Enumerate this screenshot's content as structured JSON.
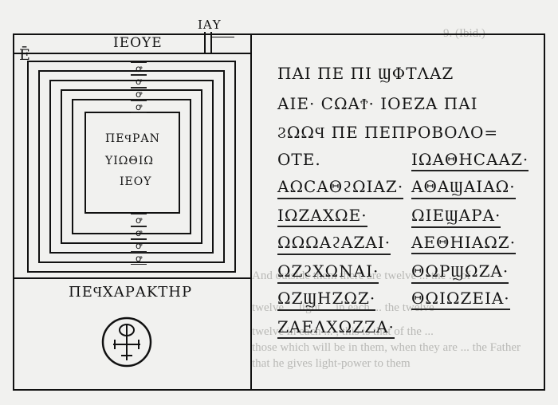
{
  "page": {
    "ghost_text": [
      "9. (Ibid.)",
      "And outside them there are twelve ... the ... of",
      "twelve ... light ... in each ... the twelve",
      "twelve in each ... , this is that of the ...",
      "those which will be in them, when they are ... the Father",
      "that he gives light-power to them"
    ]
  },
  "diagram": {
    "top_label": "ΙΑΥ",
    "left_mark": "Ē",
    "name_top": "ΙΕΟΥΕ",
    "center_lines": [
      "ΠΕϤΡΑΝ",
      "ΥΙΩΘΙΩ",
      "ΙΕΟΥ"
    ],
    "alpha_symbol": "ꝍ",
    "charakter_label": "ΠΕϤΧΑΡΑΚΤΗΡ"
  },
  "text_lines": [
    {
      "left": "ΠΑΙ ΠΕ ΠΙ ϢΦΤΛΑΖ",
      "right": ""
    },
    {
      "left": "ΑΙΕ· ϹΩΑϮ· ΙΟΕΖΑ ΠΑΙ",
      "right": ""
    },
    {
      "left": "ϨΩΩϤ ΠΕ ΠΕΠΡΟΒΟΛΟ=",
      "right": ""
    },
    {
      "left": "ΟΤΕ.",
      "right": "ΙΩΑΘΗϹΑΑΖ·"
    },
    {
      "left": "ΑΩϹΑΘϩΩΙΑΖ·",
      "right": "ΑΘΑϢΑΙΑΩ·"
    },
    {
      "left": "ΙΩΖΑΧΩΕ·",
      "right": "ΩΙΕϢΑΡΑ·"
    },
    {
      "left": "ΩΩΩΑϩΑΖΑΙ·",
      "right": "ΑΕΘΗΙΑΩΖ·"
    },
    {
      "left": "ΩΖϩΧΩΝΑΙ·",
      "right": "ΘΩΡϢΩΖΑ·"
    },
    {
      "left": "ΩΖϢΗΖΩΖ·",
      "right": "ΘΩΙΩΖΕΙΑ·"
    },
    {
      "left": "ΖΑΕΛΧΩΖΖΑ·",
      "right": ""
    }
  ]
}
